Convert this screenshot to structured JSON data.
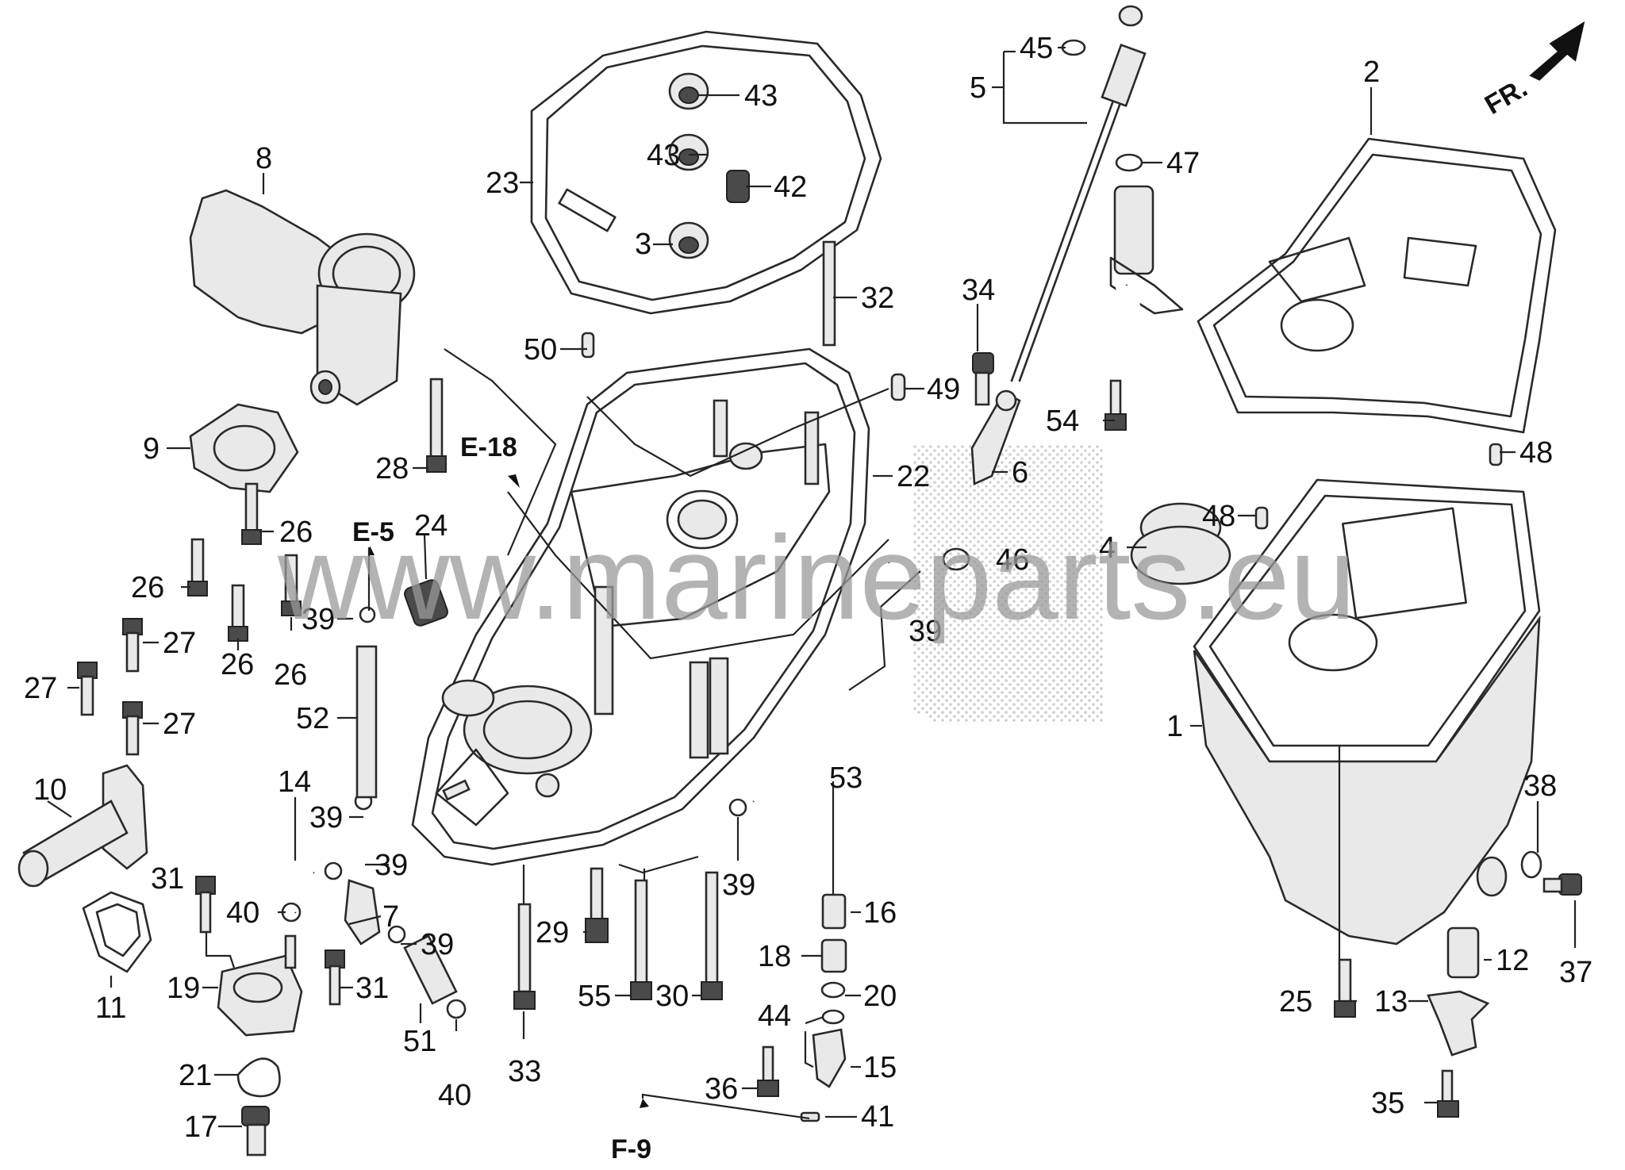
{
  "watermark": "www.marineparts.eu",
  "direction_label": "FR.",
  "section_refs": {
    "e18": "E-18",
    "e5": "E-5",
    "f9": "F-9"
  },
  "callouts": {
    "c1": "1",
    "c2": "2",
    "c3": "3",
    "c4": "4",
    "c5": "5",
    "c6": "6",
    "c7": "7",
    "c8": "8",
    "c9": "9",
    "c10": "10",
    "c11": "11",
    "c12": "12",
    "c13": "13",
    "c14": "14",
    "c15": "15",
    "c16": "16",
    "c17": "17",
    "c18": "18",
    "c19": "19",
    "c20": "20",
    "c21": "21",
    "c22": "22",
    "c23": "23",
    "c24": "24",
    "c25": "25",
    "c26a": "26",
    "c26b": "26",
    "c26c": "26",
    "c26d": "26",
    "c27a": "27",
    "c27b": "27",
    "c27c": "27",
    "c28": "28",
    "c29": "29",
    "c30": "30",
    "c31a": "31",
    "c31b": "31",
    "c32": "32",
    "c33": "33",
    "c34": "34",
    "c35": "35",
    "c36": "36",
    "c37": "37",
    "c38": "38",
    "c39a": "39",
    "c39b": "39",
    "c39c": "39",
    "c39d": "39",
    "c39e": "39",
    "c39f": "39",
    "c40a": "40",
    "c40b": "40",
    "c41": "41",
    "c42": "42",
    "c43a": "43",
    "c43b": "43",
    "c44": "44",
    "c45": "45",
    "c46": "46",
    "c47": "47",
    "c48a": "48",
    "c48b": "48",
    "c49": "49",
    "c50": "50",
    "c51": "51",
    "c52": "52",
    "c53": "53",
    "c54": "54",
    "c55": "55"
  }
}
